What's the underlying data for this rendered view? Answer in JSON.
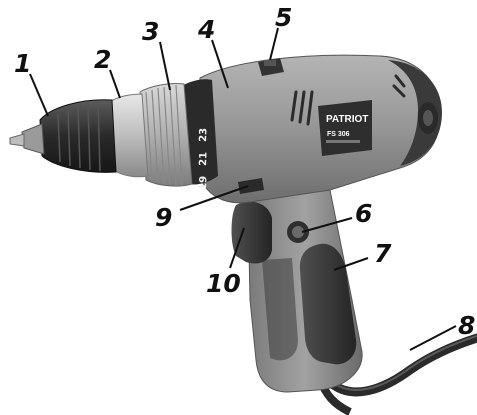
{
  "product": {
    "brand": "PATRIOT",
    "model": "FS 306"
  },
  "torque_scale": [
    "19",
    "21",
    "23"
  ],
  "callouts": [
    {
      "id": "chuck",
      "label": "1"
    },
    {
      "id": "chuck-sleeve",
      "label": "2"
    },
    {
      "id": "torque-ring",
      "label": "3"
    },
    {
      "id": "mode-ring",
      "label": "4"
    },
    {
      "id": "top-switch",
      "label": "5"
    },
    {
      "id": "lock-button",
      "label": "6"
    },
    {
      "id": "handle-grip",
      "label": "7"
    },
    {
      "id": "power-cord",
      "label": "8"
    },
    {
      "id": "reverse-switch",
      "label": "9"
    },
    {
      "id": "trigger",
      "label": "10"
    }
  ],
  "colors": {
    "body_gray": "#8c8c8c",
    "body_dark": "#3a3a3a",
    "chuck_dark": "#2e2e2e",
    "metal": "#c9c9c9",
    "callout_line": "#111111"
  }
}
